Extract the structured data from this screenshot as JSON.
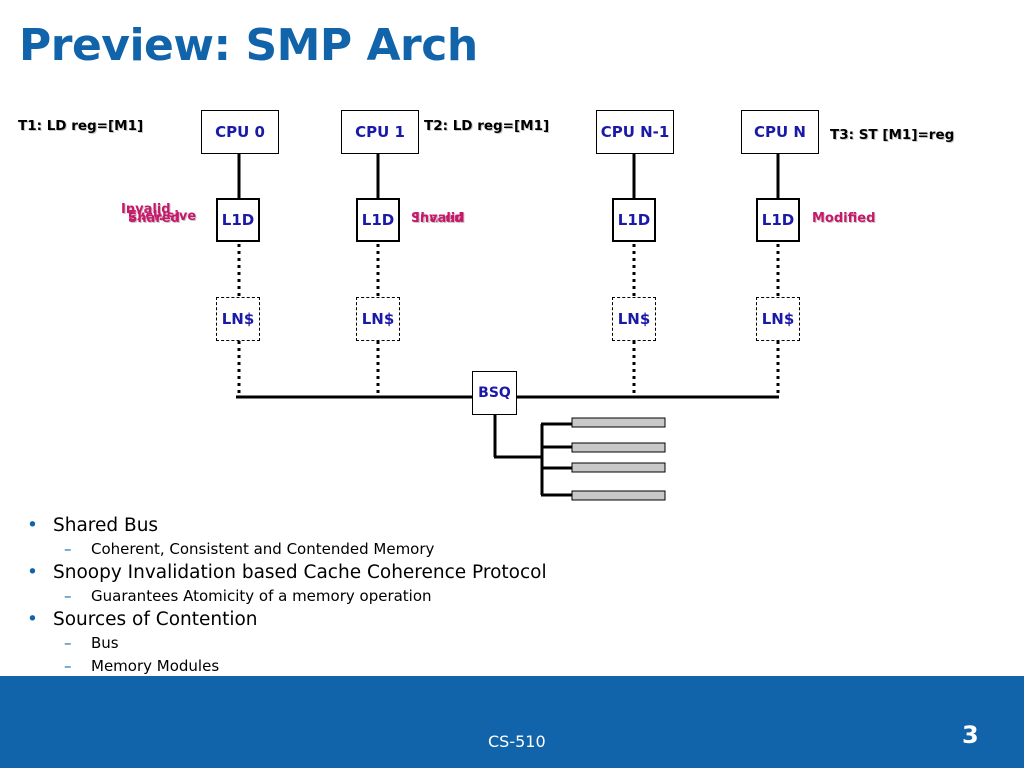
{
  "title": "Preview: SMP Arch",
  "threads": {
    "t1": "T1: LD reg=[M1]",
    "t2": "T2: LD reg=[M1]",
    "t3": "T3: ST [M1]=reg"
  },
  "cpus": [
    "CPU 0",
    "CPU 1",
    "CPU N-1",
    "CPU N"
  ],
  "l1d_label": "L1D",
  "ln_label": "LN$",
  "bsq_label": "BSQ",
  "cache_states": {
    "cpu0": [
      "Invalid",
      "Exclusive",
      "Shared"
    ],
    "cpu1": [
      "Shared",
      "Invalid"
    ],
    "cpun": [
      "Modified"
    ]
  },
  "colors": {
    "title": "#1163aa",
    "box_text": "#1a1aa8",
    "state_text": "#c8186a",
    "footer_bg": "#1163aa",
    "memory_module": "#c8c8c8"
  },
  "bullets": [
    {
      "text": "Shared Bus",
      "sub": [
        "Coherent, Consistent and Contended Memory"
      ]
    },
    {
      "text": "Snoopy Invalidation based Cache Coherence Protocol",
      "sub": [
        "Guarantees Atomicity of a memory operation"
      ]
    },
    {
      "text": "Sources of Contention",
      "sub": [
        "Bus",
        "Memory Modules"
      ]
    }
  ],
  "footer": {
    "course": "CS-510",
    "slide_number": "3"
  }
}
